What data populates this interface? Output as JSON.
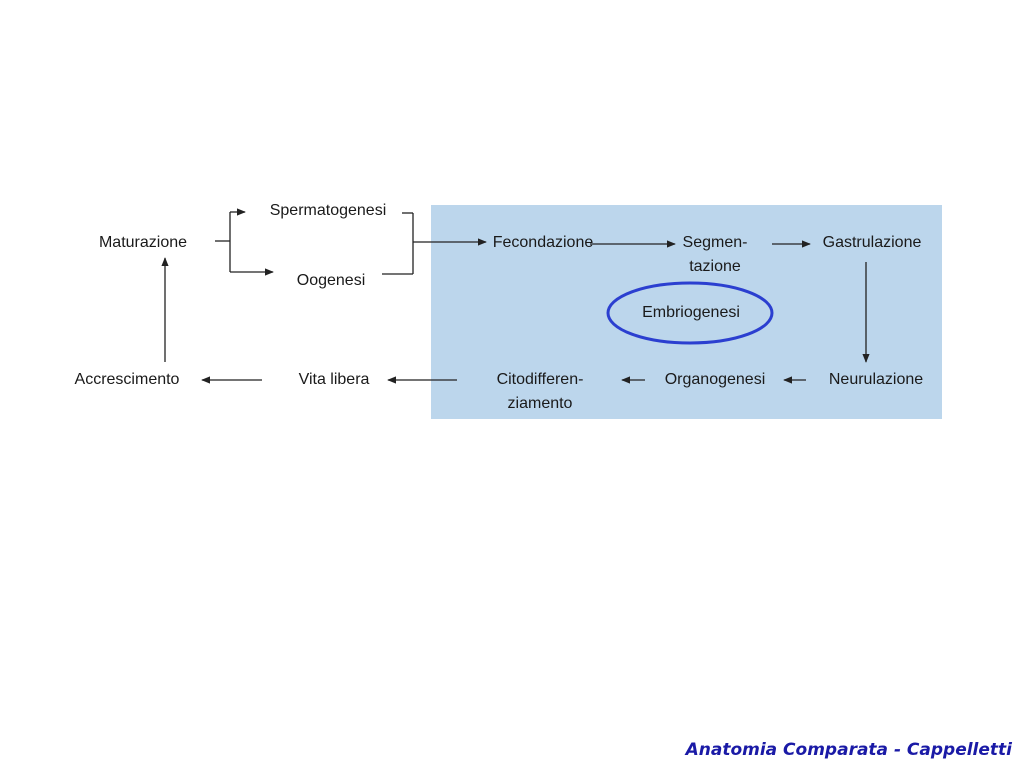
{
  "diagram": {
    "nodes": {
      "maturazione": "Maturazione",
      "spermatogenesi": "Spermatogenesi",
      "oogenesi": "Oogenesi",
      "fecondazione": "Fecondazione",
      "segmentazione_line1": "Segmen-",
      "segmentazione_line2": "tazione",
      "gastrulazione": "Gastrulazione",
      "embriogenesi": "Embriogenesi",
      "neurulazione": "Neurulazione",
      "organogenesi": "Organogenesi",
      "citodifferenziamento_line1": "Citodifferen-",
      "citodifferenziamento_line2": "ziamento",
      "vita_libera": "Vita libera",
      "accrescimento": "Accrescimento"
    },
    "colors": {
      "embryo_box": "#bcd6ec",
      "highlight_ellipse": "#2b3fd0",
      "arrows": "#222222"
    }
  },
  "footer": {
    "text": "Anatomia Comparata - Cappelletti"
  }
}
